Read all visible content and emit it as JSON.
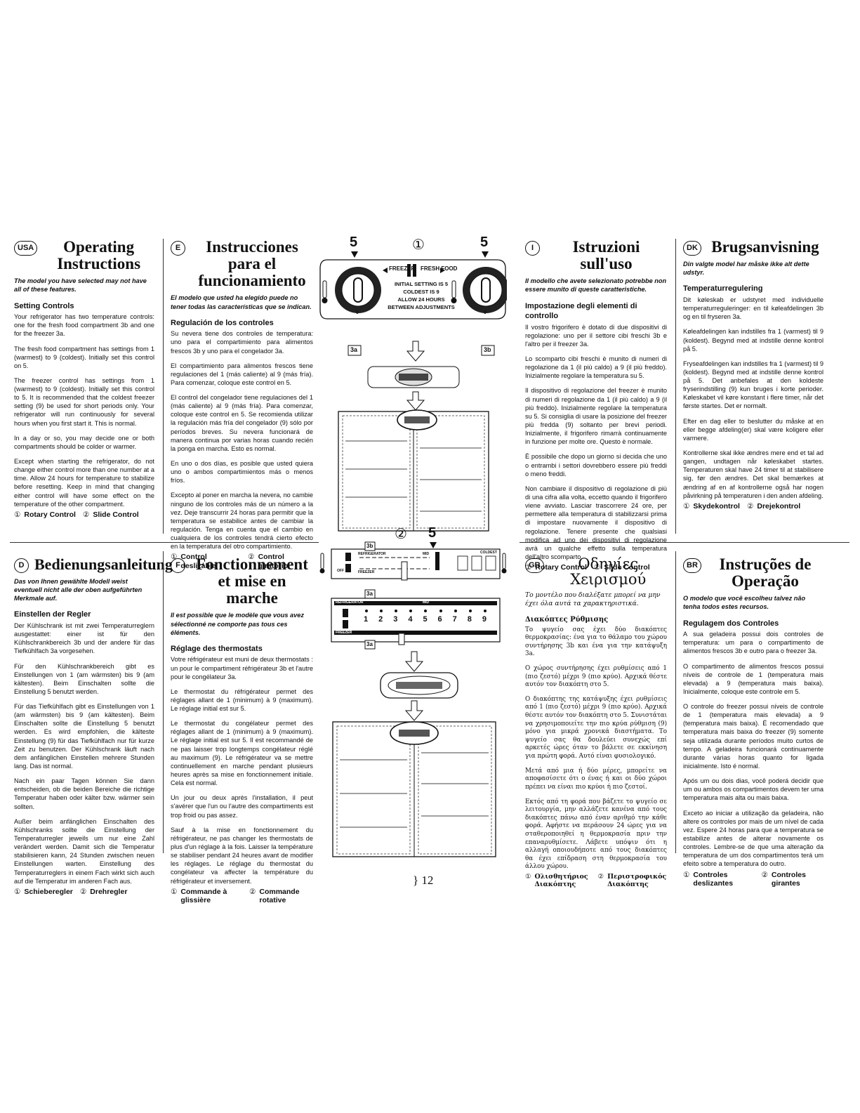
{
  "page_number": "} 12",
  "usa": {
    "badge": "USA",
    "title": "Operating Instructions",
    "intro": "The model you have selected may not have all of these features.",
    "subhead": "Setting Controls",
    "p1": "Your refrigerator has two temperature controls: one for the fresh food compartment 3b and one for the freezer 3a.",
    "p2": "The fresh food compartment has settings from 1 (warmest) to 9 (coldest). Initially set this control on 5.",
    "p3": "The freezer control has settings from 1 (warmest) to 9 (coldest). Initially set this control to 5. It is recommended that the coldest freezer setting (9) be used for short periods only. Your refrigerator will run continuously for several hours when you first start it. This is normal.",
    "p4": "In a day or so, you may decide one or both compartments should be colder or warmer.",
    "p5": "Except when starting the refrigerator, do not change either control more than one number at a time. Allow 24 hours for temperature to stabilize before resetting. Keep in mind that changing either control will have some effect on the temperature of the other compartment.",
    "legend1": "Rotary Control",
    "legend2": "Slide Control"
  },
  "es": {
    "badge": "E",
    "title": "Instrucciones para el funcionamiento",
    "intro": "El modelo que usted ha elegido puede no tener todas las características que se indican.",
    "subhead": "Regulación de los controles",
    "p1": "Su nevera tiene dos controles de temperatura: uno para el compartimiento para alimentos frescos 3b y uno para el congelador 3a.",
    "p2": "El compartimiento para alimentos frescos tiene regulaciones del 1 (más caliente) al 9 (más fría). Para comenzar, coloque este control en 5.",
    "p3": "El control del congelador tiene regulaciones del 1 (más caliente) al 9 (más fría). Para comenzar, coloque este control en 5. Se recomienda utilizar la regulación más fría del congelador (9) sólo por períodos breves. Su nevera funcionará de manera continua por varias horas cuando recién la ponga en marcha. Esto es normal.",
    "p4": "En uno o dos días, es posible que usted quiera uno o ambos compartimientos más o menos fríos.",
    "p5": "Excepto al poner en marcha la nevera, no cambie ninguno de los controles más de un número a la vez. Deje transcurrir 24 horas para permitir que la temperatura se estabilice antes de cambiar la regulación. Tenga en cuenta que el cambio en cualquiera de los controles tendrá cierto efecto en la temperatura del otro compartimiento.",
    "legend1": "Control deslizable",
    "legend2": "Control giratorio"
  },
  "it": {
    "badge": "I",
    "title": "Istruzioni sull'uso",
    "intro": "Il modello che avete selezionato potrebbe non essere munito di queste caratteristiche.",
    "subhead": "Impostazione degli elementi di controllo",
    "p1": "Il vostro frigorifero è dotato di due dispositivi di regolazione: uno per il settore cibi freschi 3b e l'altro per il freezer 3a.",
    "p2": "Lo scomparto cibi freschi è munito di numeri di regolazione da 1 (il più caldo) a 9 (il più freddo). Inizialmente regolare la temperatura su 5.",
    "p3": "Il dispositivo di regolazione del freezer è munito di numeri di regolazione da 1 (il più caldo) a 9 (il più freddo). Inizialmente regolare la temperatura su 5. Si consiglia di usare la posizione del freezer più fredda (9) soltanto per brevi periodi. Inizialmente, il frigorifero rimarrà continuamente in funzione per molte ore. Questo è normale.",
    "p4": "È possibile che dopo un giorno si decida che uno o entrambi i settori dovrebbero essere più freddi o meno freddi.",
    "p5": "Non cambiare il dispositivo di regolazione di più di una cifra alla volta, eccetto quando il frigorifero viene avviato. Lasciar trascorrere 24 ore, per permettere alla temperatura di stabilizzarsi prima di impostare nuovamente il dispositivo di regolazione. Tenere presente che qualsiasi modifica ad uno dei dispositivi di regolazione avrà un qualche effetto sulla temperatura dell'altro scomparto.",
    "legend1": "Rotary Control",
    "legend2": "Slide Control"
  },
  "dk": {
    "badge": "DK",
    "title": "Brugsanvisning",
    "intro": "Din valgte model har måske ikke alt dette udstyr.",
    "subhead": "Temperaturregulering",
    "p1": "Dit køleskab er udstyret med individuelle temperaturreguleringer: en til køleafdelingen 3b og en til fryseren 3a.",
    "p2": "Køleafdelingen kan indstilles fra 1 (varmest) til 9 (koldest). Begynd med at indstille denne kontrol på 5.",
    "p3": "Fryseafdelingen kan indstilles fra 1 (varmest) til 9 (koldest). Begynd med at indstille denne kontrol på 5. Det anbefales at den koldeste fryserindstilling (9) kun bruges i korte perioder. Køleskabet vil køre konstant i flere timer, når det første startes. Det er normalt.",
    "p4": "Efter en dag eller to beslutter du måske at en eller begge afdeling(er) skal være koligere eller varmere.",
    "p5": "Kontrollerne skal ikke ændres mere end et tal ad gangen, undtagen når køleskabet startes. Temperaturen skal have 24 timer til at stabilisere sig, før den ændres. Det skal bemærkes at ændring af en af kontrollerne også har nogen påvirkning på temperaturen i den anden afdeling.",
    "legend1": "Skydekontrol",
    "legend2": "Drejekontrol"
  },
  "de": {
    "badge": "D",
    "title": "Bedienungsanleitung",
    "intro": "Das von Ihnen gewählte Modell weist eventuell nicht alle der oben aufgeführten Merkmale auf.",
    "subhead": "Einstellen der Regler",
    "p1": "Der Kühlschrank ist mit zwei Temperaturreglern ausgestattet: einer ist für den Kühlschrankbereich 3b und der andere für das Tiefkühlfach 3a vorgesehen.",
    "p2": "Für den Kühlschrankbereich gibt es Einstellungen von 1 (am wärmsten) bis 9 (am kältesten). Beim Einschalten sollte die Einstellung 5 benutzt werden.",
    "p3": "Für das Tiefkühlfach gibt es Einstellungen von 1 (am wärmsten) bis 9 (am kältesten). Beim Einschalten sollte die Einstellung 5 benutzt werden. Es wird empfohlen, die kälteste Einstellung (9) für das Tiefkühlfach nur für kurze Zeit zu benutzen. Der Kühlschrank läuft nach dem anfänglichen Einstellen mehrere Stunden lang. Das ist normal.",
    "p4": "Nach ein paar Tagen können Sie dann entscheiden, ob die beiden Bereiche die richtige Temperatur haben oder kälter bzw. wärmer sein sollten.",
    "p5": "Außer beim anfänglichen Einschalten des Kühlschranks sollte die Einstellung der Temperaturregler jeweils um nur eine Zahl verändert werden. Damit sich die Temperatur stabilisieren kann, 24 Stunden zwischen neuen Einstellungen warten. Einstellung des Temperaturreglers in einem Fach wirkt sich auch auf die Temperatur im anderen Fach aus.",
    "legend1": "Schieberegler",
    "legend2": "Drehregler"
  },
  "fr": {
    "badge": "F",
    "title": "Fonctionnement et mise en marche",
    "intro": "Il est possible que le modèle que vous avez sélectionné ne comporte pas tous ces éléments.",
    "subhead": "Réglage des thermostats",
    "p1": "Votre réfrigérateur est muni de deux thermostats : un pour le compartiment réfrigérateur 3b et l'autre pour le congélateur 3a.",
    "p2": "Le thermostat du réfrigérateur permet des réglages allant de 1 (minimum) à 9 (maximum). Le réglage initial est sur 5.",
    "p3": "Le thermostat du congélateur permet des réglages allant de 1 (minimum) à 9 (maximum). Le réglage initial est sur 5. Il est recommandé de ne pas laisser trop longtemps congélateur réglé au maximum (9). Le réfrigérateur va se mettre continuellement en marche pendant plusieurs heures après sa mise en fonctionnement initiale. Cela est normal.",
    "p4": "Un jour ou deux après l'installation, il peut s'avérer que l'un ou l'autre des compartiments est trop froid ou pas assez.",
    "p5": "Sauf à la mise en fonctionnement du réfrigérateur, ne pas changer les thermostats de plus d'un réglage à la fois. Laisser la température se stabiliser pendant 24 heures avant de modifier les réglages. Le réglage du thermostat du congélateur va affecter la température du réfrigérateur et inversement.",
    "legend1": "Commande à glissière",
    "legend2": "Commande rotative"
  },
  "gr": {
    "badge": "GR",
    "title": "Οδηγίες Χειρισμού",
    "intro": "Το μοντέλο που διαλέξατε μπορεί να μην έχει όλα αυτά τα χαρακτηριστικά.",
    "subhead": "Διακόπτες Ρύθμισης",
    "p1": "Το ψυγείο σας έχει δύο διακόπτες θερμοκρασίας: ένα για το θάλαμο του χώρου συντήρησης 3b και ένα για την κατάψυξη 3a.",
    "p2": "Ο χώρος συντήρησης έχει ρυθμίσεις από 1 (πιο ζεστό) μέχρι 9 (πιο κρύο). Αρχικά θέστε αυτόν τον διακόπτη στο 5.",
    "p3": "Ο διακόπτης της κατάψυξης έχει ρυθμίσεις από 1 (πιο ζεστό) μέχρι 9 (πιο κρύο). Αρχικά θέστε αυτόν τον διακόπτη στο 5. Συνιστάται να χρησιμοποιείτε την πιο κρύα ρύθμιση (9) μόνο για μικρά χρονικά διαστήματα. Το ψυγείο σας θα δουλεύει συνεχώς επί αρκετές ώρες όταν το βάλετε σε εκκίνηση για πρώτη φορά. Αυτό είναι φυσιολογικό.",
    "p4": "Μετά από μια ή δύο μέρες, μπορείτε να αποφασίσετε ότι ο ένας ή και οι δύο χώροι πρέπει να είναι πιο κρύοι ή πιο ζεστοί.",
    "p5": "Εκτός από τη φορά που βάζετε το ψυγείο σε λειτουργία, μην αλλάζετε κανένα από τους διακόπτες πάνω από έναν αριθμό την κάθε φορά. Αφήστε να περάσουν 24 ώρες για να σταθεροποιηθεί η θερμοκρασία πριν την επαναρυθμίσετε. Λάβετε υπόψιν ότι η αλλαγή οποιουδήποτε από τους διακόπτες θα έχει επίδραση στη θερμοκρασία του άλλου χώρου.",
    "legend1": "Ολισθητήριος Διακόπτης",
    "legend2": "Περιστροφικός Διακόπτης"
  },
  "br": {
    "badge": "BR",
    "title": "Instruções de Operação",
    "intro": "O modelo que você escolheu talvez não tenha todos estes recursos.",
    "subhead": "Regulagem dos Controles",
    "p1": "A sua geladeira possui dois controles de temperatura: um para o compartimento de alimentos frescos 3b e outro para o freezer 3a.",
    "p2": "O compartimento de alimentos frescos possui níveis de controle de 1 (temperatura mais elevada) a 9 (temperatura mais baixa). Inicialmente, coloque este controle em 5.",
    "p3": "O controle do freezer possui níveis de controle de 1 (temperatura mais elevada) a 9 (temperatura mais baixa). É recomendado que temperatura mais baixa do freezer (9) somente seja utilizada durante períodos muito curtos de tempo. A geladeira funcionará continuamente durante várias horas quanto for ligada inicialmente. Isto é normal.",
    "p4": "Após um ou dois dias, você poderá decidir que um ou ambos os compartimentos devem ter uma temperatura mais alta ou mais baixa.",
    "p5": "Exceto ao iniciar a utilização da geladeira, não altere os controles por mais de um nível de cada vez. Espere 24 horas para que a temperatura se estabilize antes de alterar novamente os controles. Lembre-se de que uma alteração da temperatura de um dos compartimentos terá um efeito sobre a temperatura do outro.",
    "legend1": "Controles deslizantes",
    "legend2": "Controles girantes"
  },
  "diagram_top": {
    "num_left": "5",
    "num_mid": "①",
    "num_right": "5",
    "freezer": "FREEZER",
    "fresh_food": "FRESH FOOD",
    "note1": "INITIAL SETTING IS 5",
    "note2": "COLDEST IS 9",
    "note3": "ALLOW 24 HOURS",
    "note4": "BETWEEN ADJUSTMENTS",
    "dial_zero": "0",
    "label_3a": "3a",
    "label_3b": "3b"
  },
  "diagram_bottom": {
    "num_circle": "②",
    "num_five": "5",
    "refrigerator": "REFRIGERATOR",
    "freezer": "FREEZER",
    "mid": "MID",
    "coldest": "COLDEST",
    "off": "OFF",
    "scale": [
      "1",
      "2",
      "3",
      "4",
      "5",
      "6",
      "7",
      "8",
      "9"
    ],
    "label_3a": "3a",
    "label_3b": "3b"
  }
}
